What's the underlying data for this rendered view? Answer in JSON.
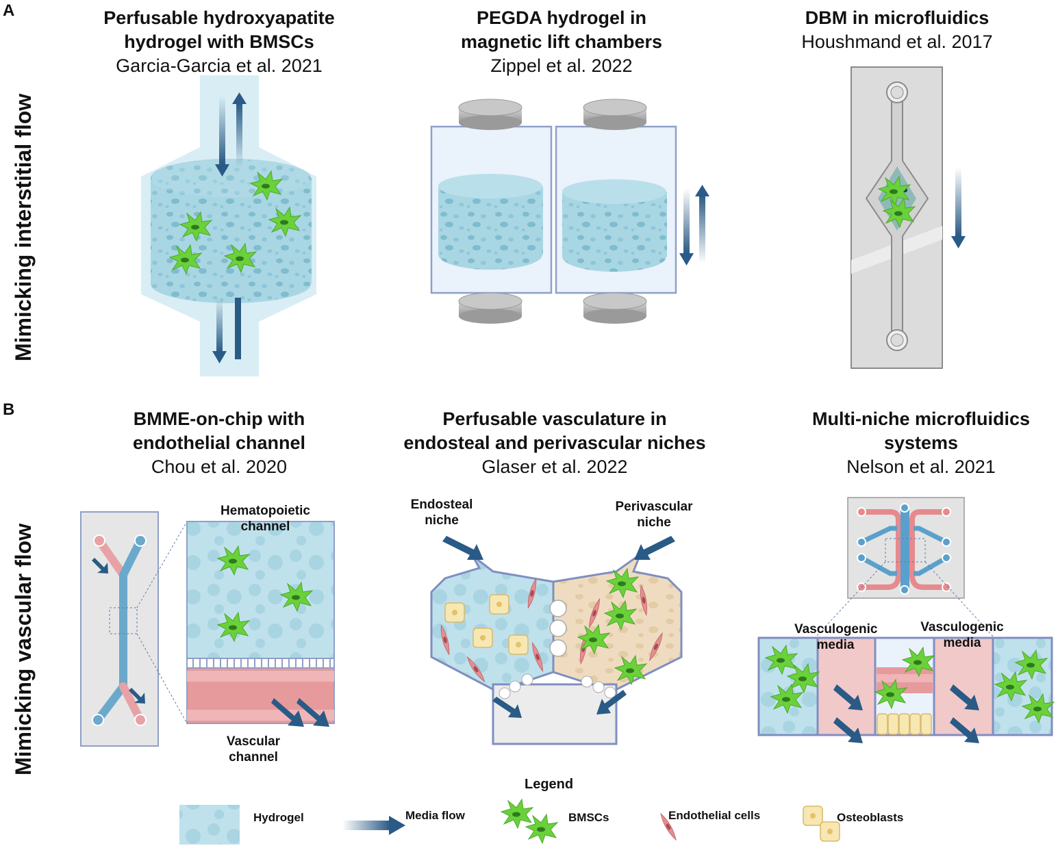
{
  "panels": {
    "a": {
      "letter": "A",
      "side_label": "Mimicking interstitial flow",
      "items": [
        {
          "title_line1": "Perfusable hydroxyapatite",
          "title_line2": "hydrogel with BMSCs",
          "citation": "Garcia-Garcia et al. 2021"
        },
        {
          "title_line1": "PEGDA hydrogel in",
          "title_line2": "magnetic lift chambers",
          "citation": "Zippel et al. 2022"
        },
        {
          "title_line1": "DBM in microfluidics",
          "citation": "Houshmand et al. 2017"
        }
      ]
    },
    "b": {
      "letter": "B",
      "side_label": "Mimicking vascular flow",
      "items": [
        {
          "title_line1": "BMME-on-chip with",
          "title_line2": "endothelial channel",
          "citation": "Chou et al. 2020"
        },
        {
          "title_line1": "Perfusable vasculature in",
          "title_line2": "endosteal and perivascular niches",
          "citation": "Glaser et al. 2022"
        },
        {
          "title_line1": "Multi-niche microfluidics",
          "title_line2": "systems",
          "citation": "Nelson et al. 2021"
        }
      ],
      "labels": {
        "hematopoietic": "Hematopoietic channel",
        "vascular": "Vascular channel",
        "endosteal": "Endosteal niche",
        "perivascular": "Perivascular niche",
        "vasculogenic_left": "Vasculogenic media",
        "vasculogenic_right": "Vasculogenic media"
      }
    }
  },
  "legend": {
    "title": "Legend",
    "items": [
      "Hydrogel",
      "Media flow",
      "BMSCs",
      "Endothelial cells",
      "Osteoblasts"
    ]
  },
  "colors": {
    "hydrogel": "#a9d6e3",
    "hydrogel_dark": "#7fbccf",
    "flow_arrow": "#2a5a86",
    "bmsc": "#6bd13a",
    "endothelial": "#e58f92",
    "osteoblast": "#f7e7b2",
    "niche_peri": "#efdcc0",
    "chip": "#e8e8e8",
    "outline": "#8f9fc8"
  }
}
